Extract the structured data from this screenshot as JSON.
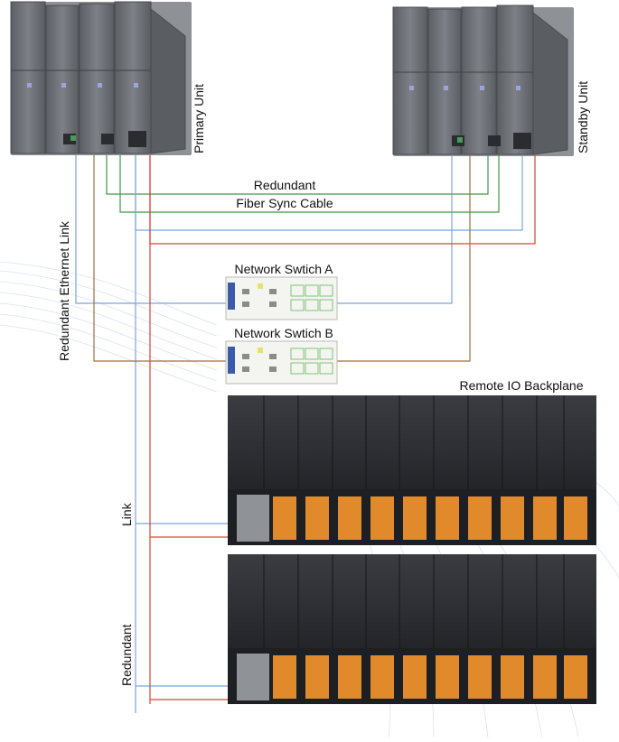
{
  "labels": {
    "primary_unit": "Primary Unit",
    "standby_unit": "Standby Unit",
    "redundant_fiber_line1": "Redundant",
    "redundant_fiber_line2": "Fiber Sync Cable",
    "redundant_ethernet_link": "Redundant Ethernet Link",
    "switch_a": "Network Swtich A",
    "switch_b": "Network Swtich B",
    "remote_io_backplane": "Remote IO Backplane",
    "link": "Link",
    "redundant": "Redundant"
  },
  "colors": {
    "fiber_green": "#3d9a45",
    "link_blue": "#7aa7d9",
    "power_red": "#d94336",
    "brown": "#a0703a",
    "navy": "#4a5fa8",
    "plc_gray": "#6e7176",
    "io_dark": "#2b2d31",
    "terminal_orange": "#e08a2c"
  },
  "devices": {
    "io_module_icon": "io-module-icon",
    "switch_icon": "network-switch-icon",
    "plc_icon": "plc-rack-icon"
  }
}
